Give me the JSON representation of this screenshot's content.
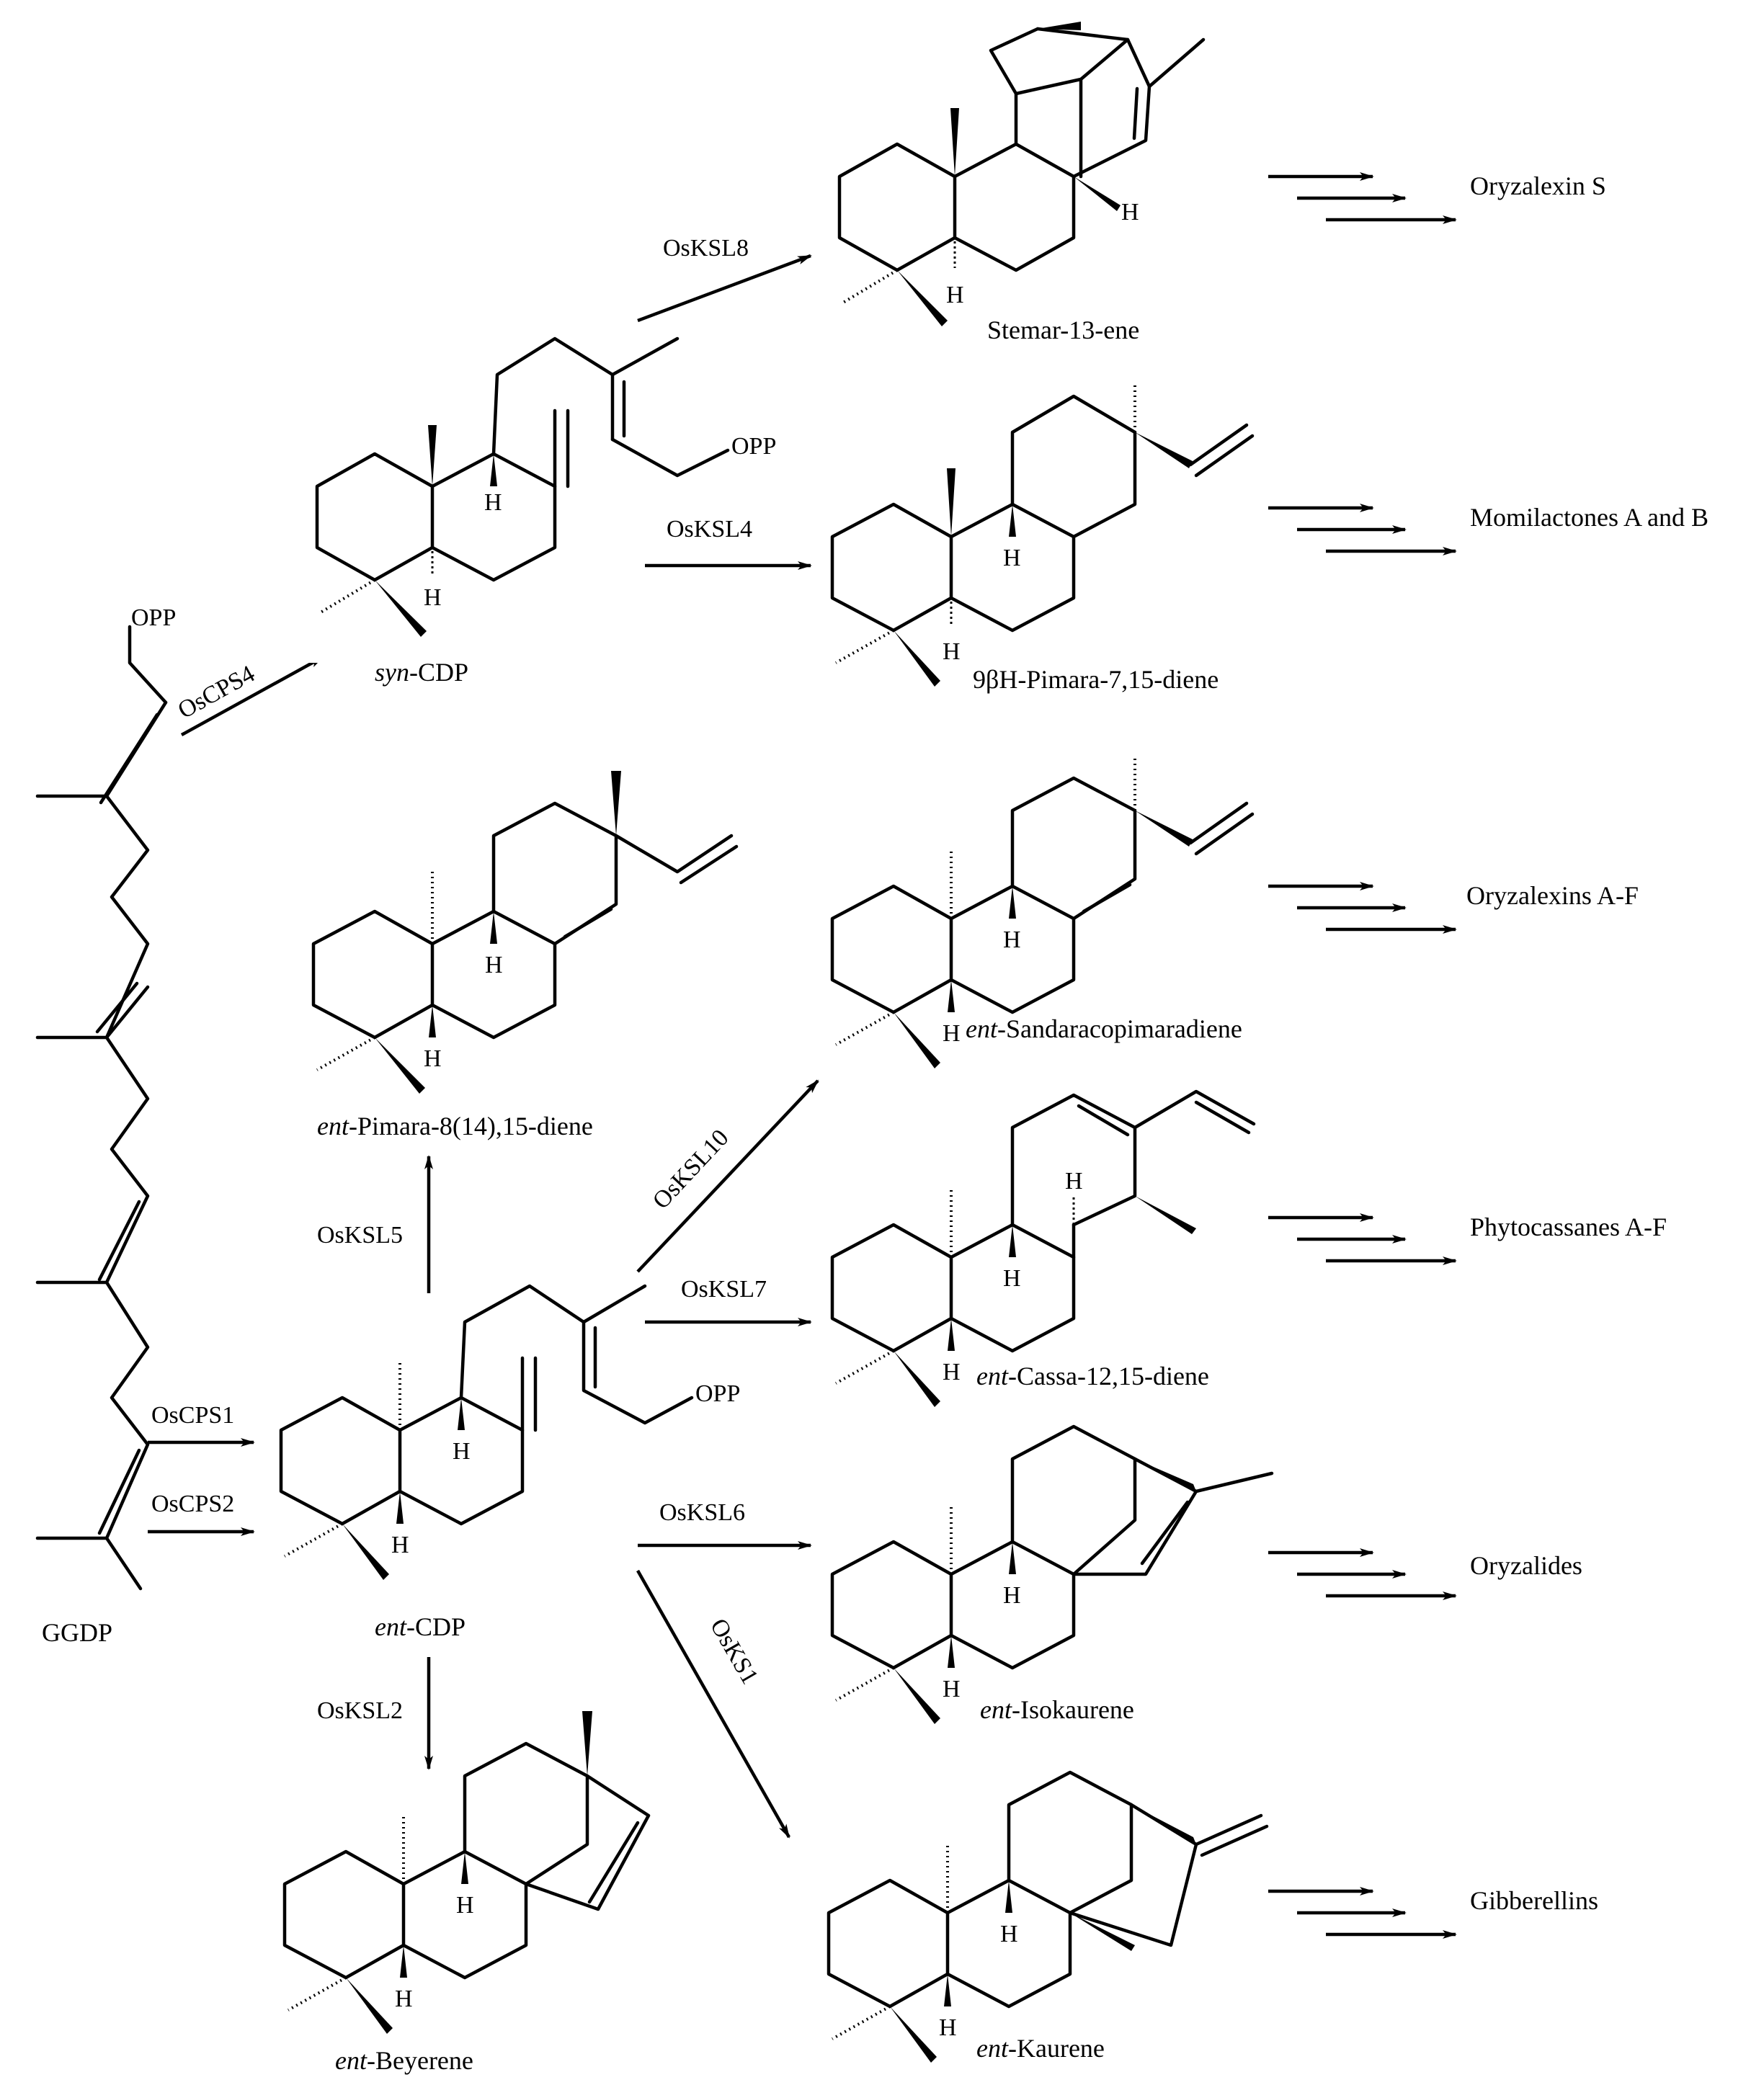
{
  "precursor": "GGDP",
  "precursor_group": "OPP",
  "intermediates": {
    "syn": {
      "prefix": "syn",
      "name": "-CDP",
      "group": "OPP"
    },
    "ent": {
      "prefix": "ent",
      "name": "-CDP",
      "group": "OPP"
    }
  },
  "enzymes": {
    "cps4": "OsCPS4",
    "cps1": "OsCPS1",
    "cps2": "OsCPS2",
    "ksl8": "OsKSL8",
    "ksl4": "OsKSL4",
    "ksl5": "OsKSL5",
    "ksl10": "OsKSL10",
    "ksl7": "OsKSL7",
    "ksl6": "OsKSL6",
    "ksl2": "OsKSL2",
    "ks1": "OsKS1"
  },
  "compounds": {
    "stemarene": {
      "prefix": "",
      "name": "Stemar-13-ene"
    },
    "pimaradiene_syn": {
      "prefix": "",
      "name": "9βH-Pimara-7,15-diene"
    },
    "pimaradiene_ent": {
      "prefix": "ent",
      "name": "-Pimara-8(14),15-diene"
    },
    "sandaracopimaradiene": {
      "prefix": "ent",
      "name": "-Sandaracopimaradiene"
    },
    "cassadiene": {
      "prefix": "ent",
      "name": "-Cassa-12,15-diene"
    },
    "isokaurene": {
      "prefix": "ent",
      "name": "-Isokaurene"
    },
    "kaurene": {
      "prefix": "ent",
      "name": "-Kaurene"
    },
    "beyerene": {
      "prefix": "ent",
      "name": "-Beyerene"
    }
  },
  "products": {
    "oryzalexin_s": "Oryzalexin S",
    "momilactones": "Momilactones A and B",
    "oryzalexins": "Oryzalexins A-F",
    "phytocassanes": "Phytocassanes A-F",
    "oryzalides": "Oryzalides",
    "gibberellins": "Gibberellins"
  },
  "atom_label": "H"
}
